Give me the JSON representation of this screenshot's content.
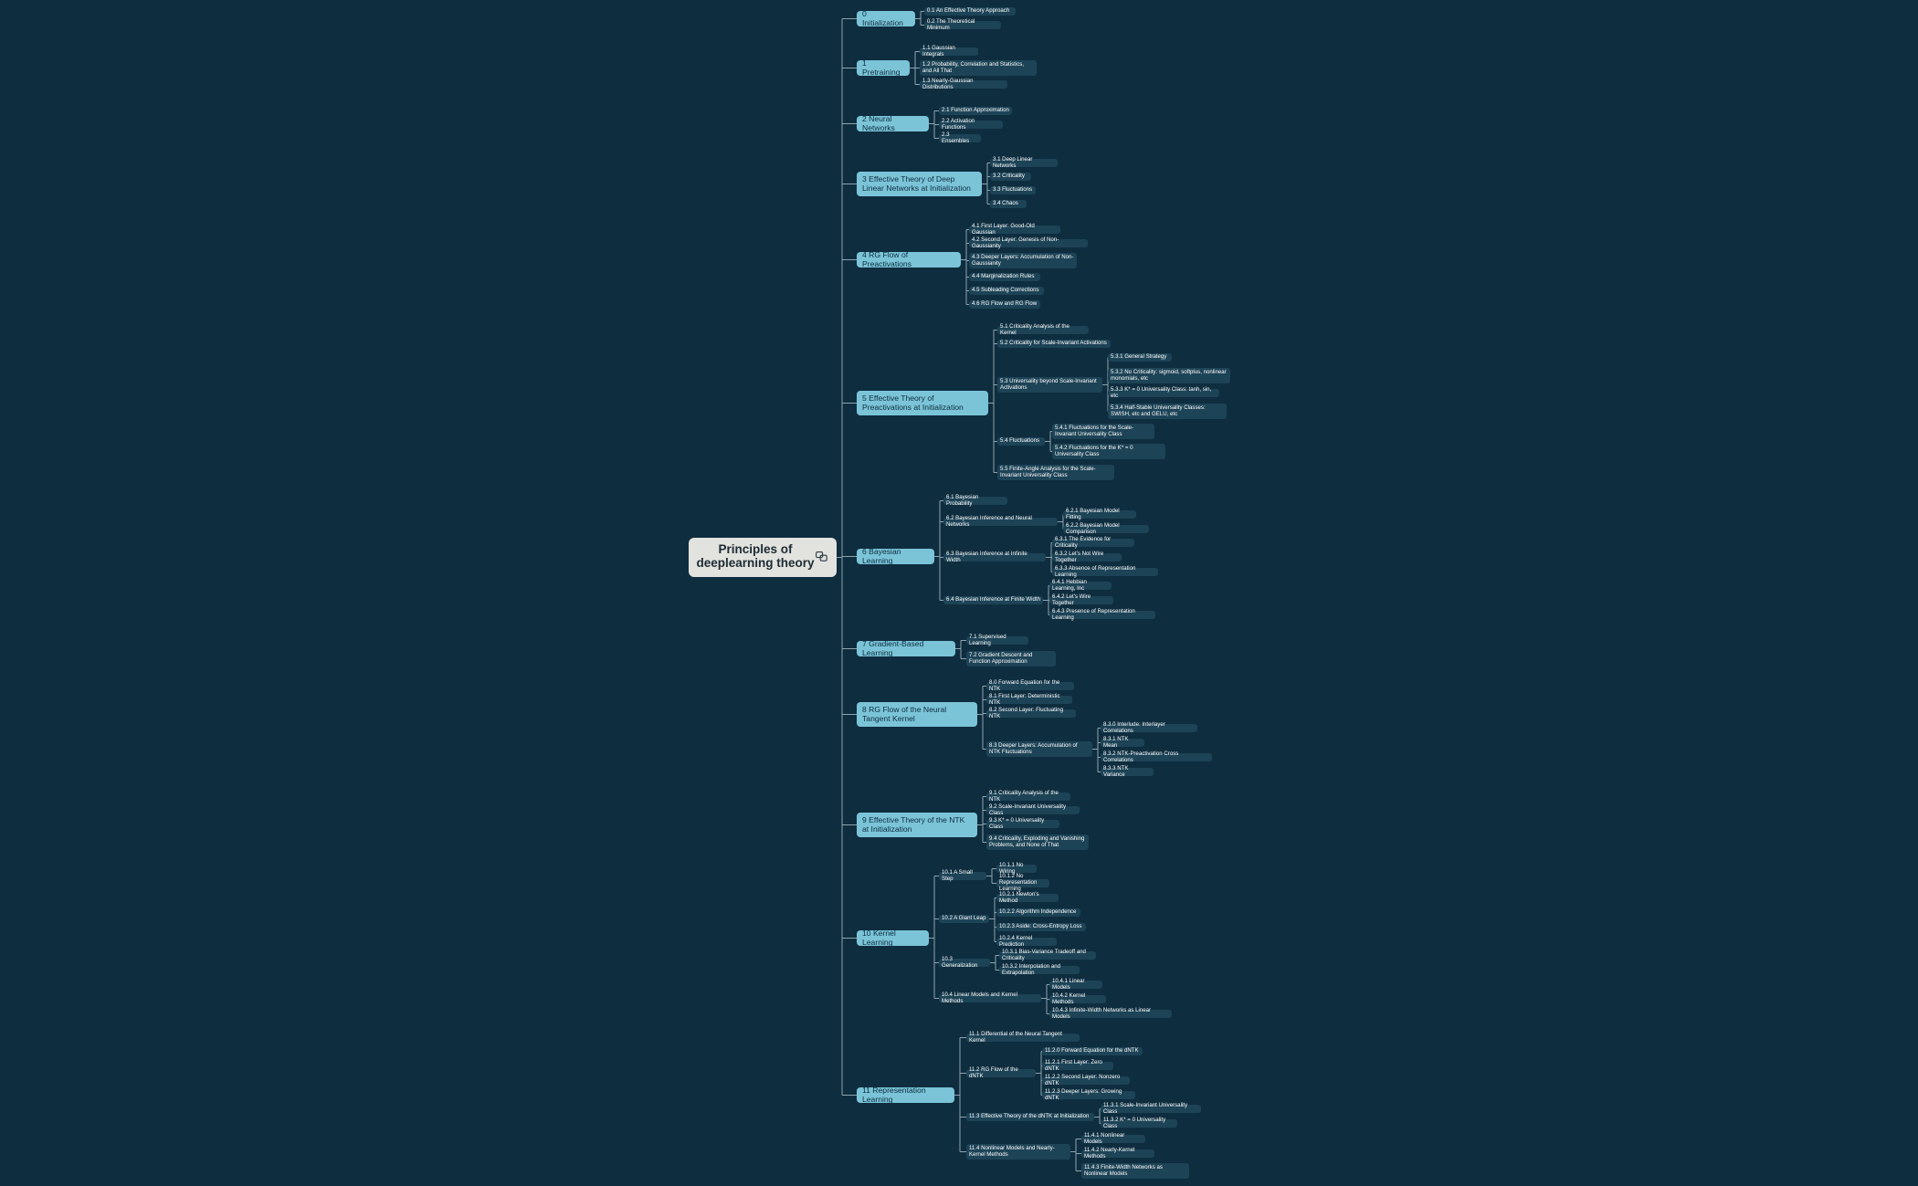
{
  "root": {
    "title": "Principles of deeplearning theory",
    "icon": "link-icon"
  },
  "chapters": [
    {
      "label": "0 Initialization",
      "children": [
        {
          "label": "0.1 An Effective Theory Approach"
        },
        {
          "label": "0.2 The Theoretical Minimum"
        }
      ]
    },
    {
      "label": "1 Pretraining",
      "children": [
        {
          "label": "1.1 Gaussian Integrals"
        },
        {
          "label": "1.2 Probability, Correlation and Statistics, and All That"
        },
        {
          "label": "1.3 Nearly-Gaussian Distributions"
        }
      ]
    },
    {
      "label": "2 Neural Networks",
      "children": [
        {
          "label": "2.1 Function Approximation"
        },
        {
          "label": "2.2 Activation Functions"
        },
        {
          "label": "2.3 Ensembles"
        }
      ]
    },
    {
      "label": "3 Effective Theory of Deep Linear Networks at Initialization",
      "children": [
        {
          "label": "3.1 Deep Linear Networks"
        },
        {
          "label": "3.2 Criticality"
        },
        {
          "label": "3.3 Fluctuations"
        },
        {
          "label": "3.4 Chaos"
        }
      ]
    },
    {
      "label": "4 RG Flow of Preactivations",
      "children": [
        {
          "label": "4.1 First Layer: Good-Old Gaussian"
        },
        {
          "label": "4.2 Second Layer: Genesis of Non-Gaussianity"
        },
        {
          "label": "4.3 Deeper Layers: Accumulation of Non-Gaussianity"
        },
        {
          "label": "4.4 Marginalization Rules"
        },
        {
          "label": "4.5 Subleading Corrections"
        },
        {
          "label": "4.6 RG Flow and RG Flow"
        }
      ]
    },
    {
      "label": "5 Effective Theory of Preactivations at Initialization",
      "children": [
        {
          "label": "5.1 Criticality Analysis of the Kernel"
        },
        {
          "label": "5.2 Criticality for Scale-Invariant Activations"
        },
        {
          "label": "5.3 Universality beyond Scale-Invariant Activations",
          "children": [
            {
              "label": "5.3.1 General Strategy"
            },
            {
              "label": "5.3.2 No Criticality: sigmoid, softplus, nonlinear monomials, etc"
            },
            {
              "label": "5.3.3 K* = 0 Universality Class: tanh, sin, etc"
            },
            {
              "label": "5.3.4 Half-Stable Universality Classes: SWISH, etc and GELU, etc"
            }
          ]
        },
        {
          "label": "5.4 Fluctuations",
          "children": [
            {
              "label": "5.4.1 Fluctuations for the Scale-Invariant Universality Class"
            },
            {
              "label": "5.4.2 Fluctuations for the K* = 0 Universality Class"
            }
          ]
        },
        {
          "label": "5.5 Finite-Angle Analysis for the Scale-Invariant Universality Class"
        }
      ]
    },
    {
      "label": "6 Bayesian Learning",
      "children": [
        {
          "label": "6.1 Bayesian Probability"
        },
        {
          "label": "6.2 Bayesian Inference and Neural Networks",
          "children": [
            {
              "label": "6.2.1 Bayesian Model Fitting"
            },
            {
              "label": "6.2.2 Bayesian Model Comparison"
            }
          ]
        },
        {
          "label": "6.3 Bayesian Inference at Infinite Width",
          "children": [
            {
              "label": "6.3.1 The Evidence for Criticality"
            },
            {
              "label": "6.3.2 Let's Not Wire Together"
            },
            {
              "label": "6.3.3 Absence of Representation Learning"
            }
          ]
        },
        {
          "label": "6.4 Bayesian Inference at Finite Width",
          "children": [
            {
              "label": "6.4.1 Hebbian Learning, Inc"
            },
            {
              "label": "6.4.2 Let's Wire Together"
            },
            {
              "label": "6.4.3 Presence of Representation Learning"
            }
          ]
        }
      ]
    },
    {
      "label": "7 Gradient-Based Learning",
      "children": [
        {
          "label": "7.1 Supervised Learning"
        },
        {
          "label": "7.2 Gradient Descent and Function Approximation"
        }
      ]
    },
    {
      "label": "8 RG Flow of the Neural Tangent Kernel",
      "children": [
        {
          "label": "8.0 Forward Equation for the NTK"
        },
        {
          "label": "8.1 First Layer: Deterministic NTK"
        },
        {
          "label": "8.2 Second Layer: Fluctuating NTK"
        },
        {
          "label": "8.3 Deeper Layers: Accumulation of NTK Fluctuations",
          "children": [
            {
              "label": "8.3.0 Interlude: Interlayer Correlations"
            },
            {
              "label": "8.3.1 NTK Mean"
            },
            {
              "label": "8.3.2 NTK-Preactivation Cross Correlations"
            },
            {
              "label": "8.3.3 NTK Variance"
            }
          ]
        }
      ]
    },
    {
      "label": "9 Effective Theory of the NTK at Initialization",
      "children": [
        {
          "label": "9.1 Criticality Analysis of the NTK"
        },
        {
          "label": "9.2 Scale-Invariant Universality Class"
        },
        {
          "label": "9.3 K* = 0 Universality Class"
        },
        {
          "label": "9.4 Criticality, Exploding and Vanishing Problems, and None of That"
        }
      ]
    },
    {
      "label": "10 Kernel Learning",
      "children": [
        {
          "label": "10.1 A Small Step",
          "children": [
            {
              "label": "10.1.1 No Wiring"
            },
            {
              "label": "10.1.2 No Representation Learning"
            }
          ]
        },
        {
          "label": "10.2 A Giant Leap",
          "children": [
            {
              "label": "10.2.1 Newton's Method"
            },
            {
              "label": "10.2.2 Algorithm Independence"
            },
            {
              "label": "10.2.3 Aside: Cross-Entropy Loss"
            },
            {
              "label": "10.2.4 Kernel Prediction"
            }
          ]
        },
        {
          "label": "10.3 Generalization",
          "children": [
            {
              "label": "10.3.1 Bias-Variance Tradeoff and Criticality"
            },
            {
              "label": "10.3.2 Interpolation and Extrapolation"
            }
          ]
        },
        {
          "label": "10.4 Linear Models and Kernel Methods",
          "children": [
            {
              "label": "10.4.1 Linear Models"
            },
            {
              "label": "10.4.2 Kernel Methods"
            },
            {
              "label": "10.4.3 Infinite-Width Networks as Linear Models"
            }
          ]
        }
      ]
    },
    {
      "label": "11 Representation Learning",
      "children": [
        {
          "label": "11.1 Differential of the Neural Tangent Kernel"
        },
        {
          "label": "11.2 RG Flow of the dNTK",
          "children": [
            {
              "label": "11.2.0 Forward Equation for the dNTK"
            },
            {
              "label": "11.2.1 First Layer: Zero dNTK"
            },
            {
              "label": "11.2.2 Second Layer: Nonzero dNTK"
            },
            {
              "label": "11.2.3 Deeper Layers: Growing dNTK"
            }
          ]
        },
        {
          "label": "11.3 Effective Theory of the dNTK at Initialization",
          "children": [
            {
              "label": "11.3.1 Scale-Invariant Universality Class"
            },
            {
              "label": "11.3.2 K* = 0 Universality Class"
            }
          ]
        },
        {
          "label": "11.4 Nonlinear Models and Nearly-Kernel Methods",
          "children": [
            {
              "label": "11.4.1 Nonlinear Models"
            },
            {
              "label": "11.4.2 Nearly-Kernel Methods"
            },
            {
              "label": "11.4.3 Finite-Width Networks as Nonlinear Models"
            }
          ]
        }
      ]
    }
  ]
}
